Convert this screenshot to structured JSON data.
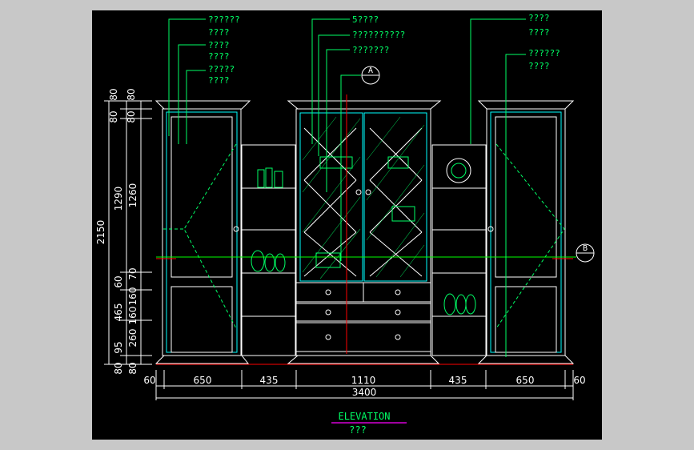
{
  "colors": {
    "background": "#000000",
    "frame": "#c8c8c8",
    "cabinet": "#ffffff",
    "leader": "#00ff66",
    "text_green": "#00ff66",
    "dim_white": "#ffffff",
    "cyan": "#00ffff",
    "red": "#ff0000",
    "magenta": "#ff00ff",
    "bright_green": "#00ff00"
  },
  "callouts": {
    "left": [
      "??????",
      "????",
      "????",
      "????",
      "?????",
      "????"
    ],
    "center": [
      "5????",
      "??????????",
      "???????"
    ],
    "right": [
      "????",
      "????",
      "??????",
      "????"
    ]
  },
  "section_markers": {
    "a": "A",
    "b": "B"
  },
  "horizontal_dims": {
    "segments": [
      "60",
      "650",
      "435",
      "1110",
      "435",
      "650",
      "60"
    ],
    "total": "3400"
  },
  "vertical_dims_outer": [
    "80",
    "80",
    "1290",
    "2150",
    "60",
    "465",
    "95",
    "80"
  ],
  "vertical_dims_inner": [
    "80",
    "80",
    "1260",
    "70",
    "160",
    "160",
    "260",
    "80"
  ],
  "title": {
    "main": "ELEVATION",
    "sub": "???"
  }
}
